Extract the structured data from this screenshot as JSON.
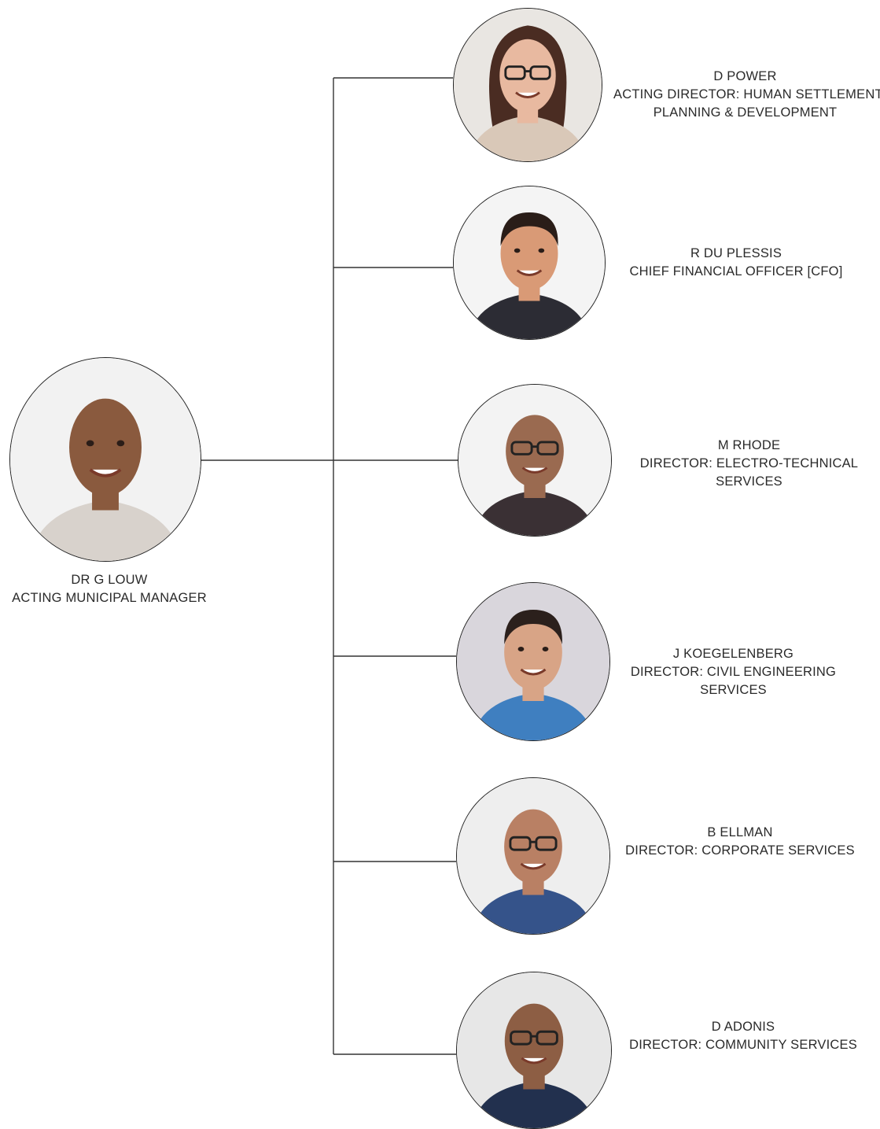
{
  "manager": {
    "name": "DR G LOUW",
    "title": "ACTING MUNICIPAL MANAGER",
    "photo_bg": "#f2f2f2",
    "skin": "#8a5a3e",
    "shirt": "#d8d2cc"
  },
  "directors": [
    {
      "name": "D POWER",
      "title_lines": [
        "ACTING DIRECTOR: HUMAN SETTLEMENTS,",
        "PLANNING & DEVELOPMENT"
      ],
      "photo_bg": "#e9e6e2",
      "skin": "#e8b9a0",
      "hair": "#4a2c22",
      "attire": "#d9c8b8",
      "glasses": true
    },
    {
      "name": "R DU PLESSIS",
      "title_lines": [
        "CHIEF FINANCIAL OFFICER [CFO]"
      ],
      "photo_bg": "#f4f4f4",
      "skin": "#d99a76",
      "hair": "#2a1d18",
      "attire": "#2c2c34",
      "glasses": false
    },
    {
      "name": "M RHODE",
      "title_lines": [
        "DIRECTOR: ELECTRO-TECHNICAL",
        "SERVICES"
      ],
      "photo_bg": "#f3f3f3",
      "skin": "#9a6a50",
      "hair": "#9a6a50",
      "attire": "#3a3034",
      "glasses": true
    },
    {
      "name": "J KOEGELENBERG",
      "title_lines": [
        "DIRECTOR: CIVIL ENGINEERING",
        "SERVICES"
      ],
      "photo_bg": "#d9d6dc",
      "skin": "#d8a486",
      "hair": "#2b201c",
      "attire": "#3f7fc0",
      "glasses": false
    },
    {
      "name": "B ELLMAN",
      "title_lines": [
        "DIRECTOR: CORPORATE SERVICES"
      ],
      "photo_bg": "#eeeeee",
      "skin": "#b98064",
      "hair": "#b98064",
      "attire": "#35538a",
      "glasses": true
    },
    {
      "name": "D ADONIS",
      "title_lines": [
        "DIRECTOR: COMMUNITY SERVICES"
      ],
      "photo_bg": "#e7e7e7",
      "skin": "#8d5e44",
      "hair": "#8d5e44",
      "attire": "#22304e",
      "glasses": true
    }
  ],
  "line_color": "#333333"
}
